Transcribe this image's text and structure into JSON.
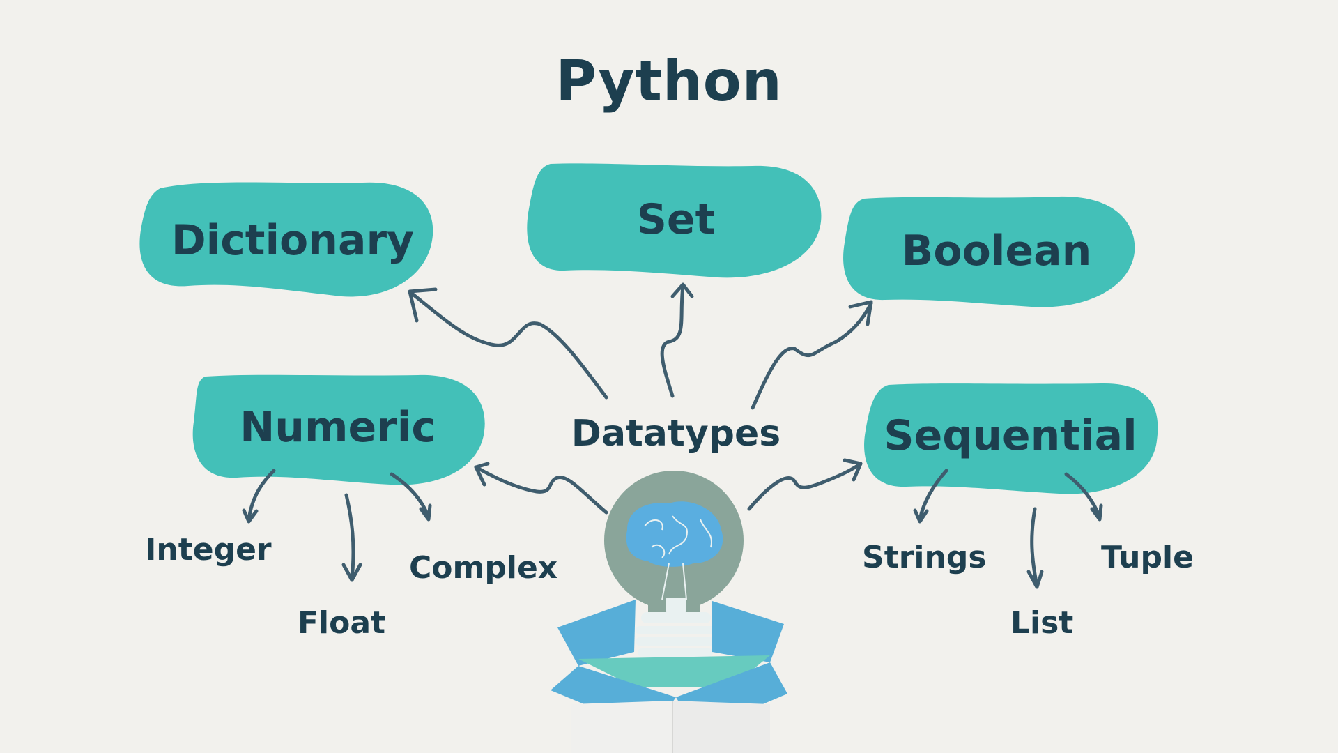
{
  "title": "Python",
  "center": "Datatypes",
  "categories": {
    "dictionary": "Dictionary",
    "set": "Set",
    "boolean": "Boolean",
    "numeric": "Numeric",
    "sequential": "Sequential"
  },
  "numeric_children": [
    "Integer",
    "Float",
    "Complex"
  ],
  "sequential_children": [
    "Strings",
    "List",
    "Tuple"
  ],
  "colors": {
    "background": "#f2f1ed",
    "blob": "#43c0b8",
    "text": "#1d3f4f",
    "arrow": "#3f5d6e",
    "bulb_glass": "#8aa59a",
    "brain": "#5aaee0",
    "box": "#57aed8",
    "box_inner": "#67cbbf"
  },
  "icons": [
    "lightbulb-brain-icon",
    "open-box-icon"
  ]
}
